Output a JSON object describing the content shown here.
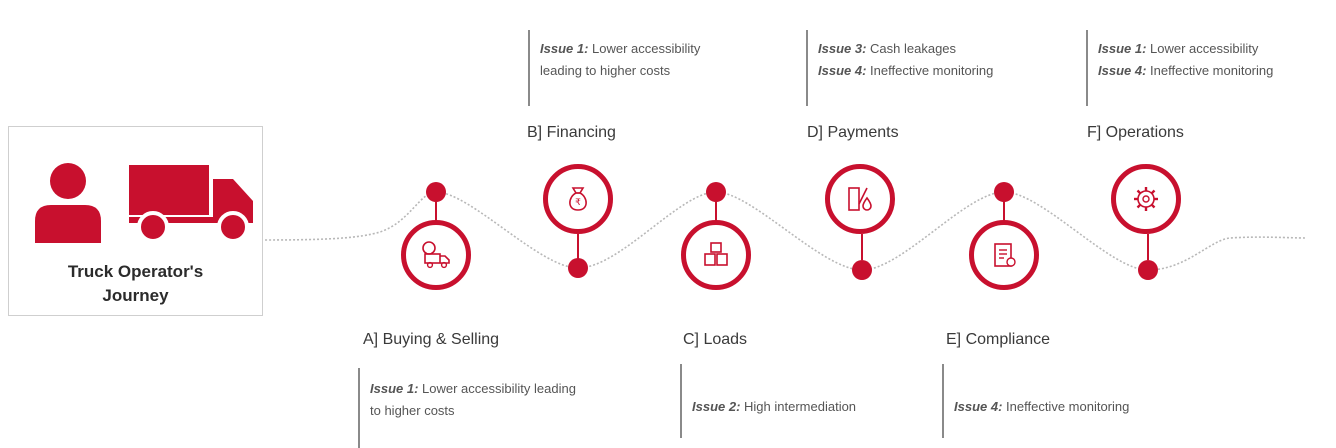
{
  "card": {
    "title": "Truck Operator's\nJourney"
  },
  "stages": {
    "a": {
      "label": "A] Buying & Selling",
      "issues": [
        {
          "tag": "Issue 1:",
          "text": " Lower accessibility leading"
        },
        {
          "tag": "",
          "text": "to higher costs"
        }
      ]
    },
    "b": {
      "label": "B] Financing",
      "issues": [
        {
          "tag": "Issue 1:",
          "text": "  Lower accessibility"
        },
        {
          "tag": "",
          "text": "leading to higher costs"
        }
      ]
    },
    "c": {
      "label": "C] Loads",
      "issues": [
        {
          "tag": "Issue 2:",
          "text": " High intermediation"
        }
      ]
    },
    "d": {
      "label": "D] Payments",
      "issues": [
        {
          "tag": "Issue 3:",
          "text": " Cash leakages"
        },
        {
          "tag": "Issue 4:",
          "text": " Ineffective monitoring"
        }
      ]
    },
    "e": {
      "label": "E] Compliance",
      "issues": [
        {
          "tag": "Issue 4:",
          "text": " Ineffective monitoring"
        }
      ]
    },
    "f": {
      "label": "F] Operations",
      "issues": [
        {
          "tag": "Issue 1:",
          "text": " Lower accessibility"
        },
        {
          "tag": "Issue 4:",
          "text": " Ineffective monitoring"
        }
      ]
    }
  },
  "colors": {
    "accent": "#c8102e",
    "text": "#3a3a3a",
    "divider": "#8a8a8a"
  },
  "icons": {
    "a": "truck-money-icon",
    "b": "money-bag-icon",
    "c": "boxes-icon",
    "d": "fuel-pump-icon",
    "e": "checklist-icon",
    "f": "gear-icon"
  }
}
